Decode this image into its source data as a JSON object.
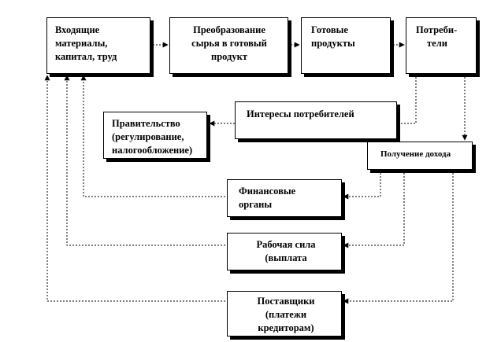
{
  "boxes": {
    "inputs": {
      "lines": [
        "Входящие",
        "материалы,",
        "капитал, труд"
      ]
    },
    "transform": {
      "lines": [
        "Преобразование",
        "сырья в готовый",
        "продукт"
      ]
    },
    "products": {
      "lines": [
        "Готовые",
        "продукты"
      ]
    },
    "consumers": {
      "lines": [
        "Потреби-",
        "тели"
      ]
    },
    "interests": {
      "lines": [
        "Интересы потребителей"
      ]
    },
    "government": {
      "lines": [
        "Правительство",
        "(регулирование,",
        "налогообложение)"
      ]
    },
    "income": {
      "lines": [
        "Получение дохода"
      ]
    },
    "finance": {
      "lines": [
        "Финансовые",
        "органы"
      ]
    },
    "labor": {
      "lines": [
        "Рабочая сила",
        "(выплата"
      ]
    },
    "suppliers": {
      "lines": [
        "Поставщики",
        "(платежи",
        "кредиторам)"
      ]
    }
  }
}
